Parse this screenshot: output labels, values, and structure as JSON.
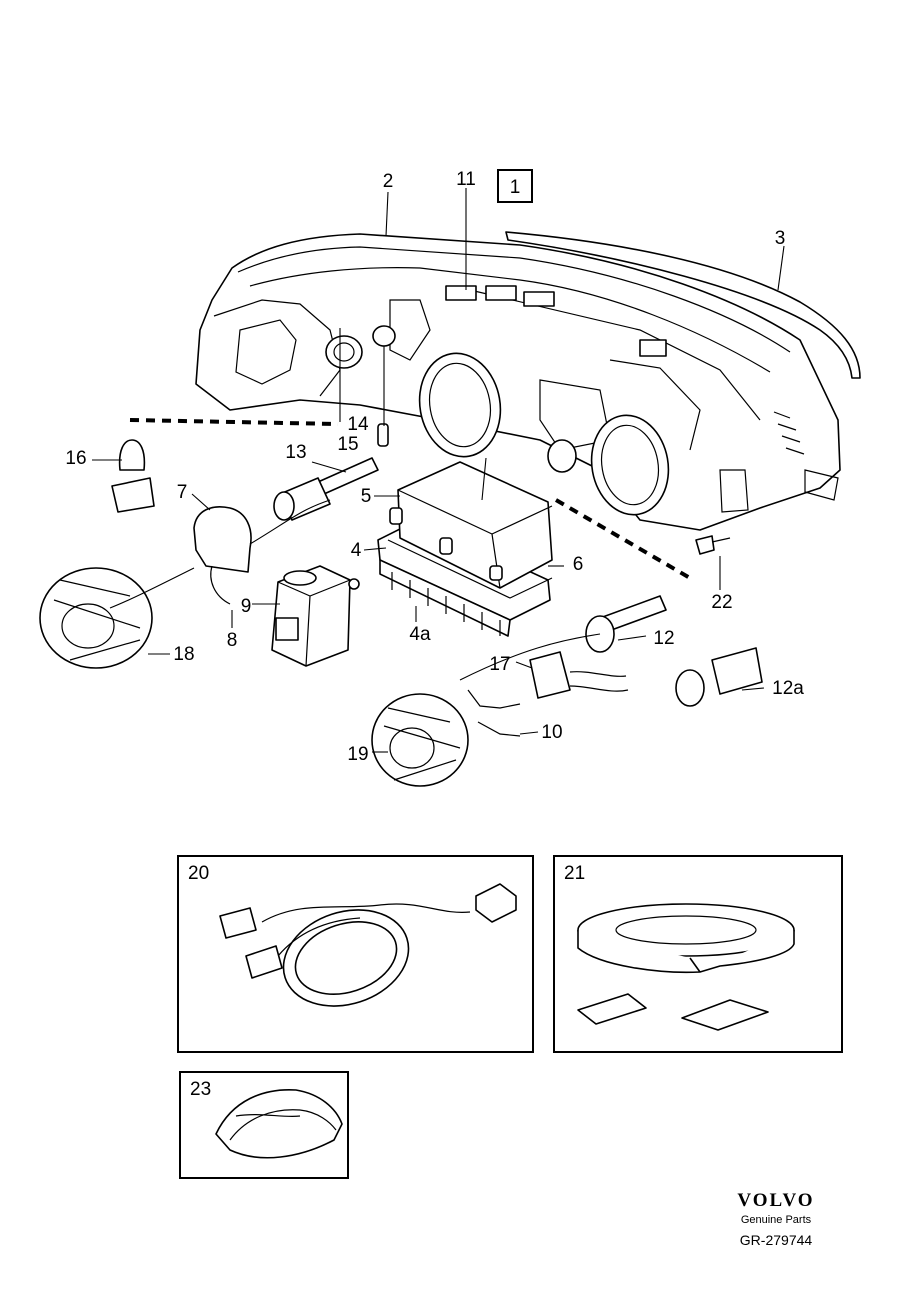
{
  "diagram": {
    "group_number": "1",
    "callouts": {
      "c2": "2",
      "c3": "3",
      "c4": "4",
      "c4a": "4a",
      "c5": "5",
      "c6": "6",
      "c7": "7",
      "c8": "8",
      "c9": "9",
      "c10": "10",
      "c11": "11",
      "c12": "12",
      "c12a": "12a",
      "c13": "13",
      "c14": "14",
      "c15": "15",
      "c16": "16",
      "c17": "17",
      "c18": "18",
      "c19": "19",
      "c22": "22"
    },
    "inset_boxes": {
      "box20": "20",
      "box21": "21",
      "box23": "23"
    }
  },
  "footer": {
    "brand": "VOLVO",
    "tagline": "Genuine Parts",
    "reference": "GR-279744"
  }
}
